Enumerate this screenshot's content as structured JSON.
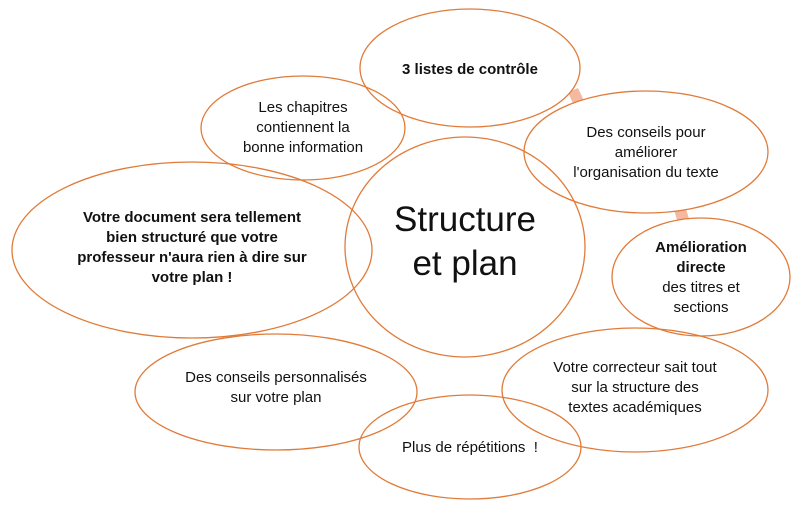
{
  "diagram": {
    "type": "bubble-map",
    "colors": {
      "stroke": "#E07B39",
      "connector": "#F4B9A0",
      "fill": "#FFFFFF",
      "text": "#111111"
    },
    "center": {
      "lines": [
        "Structure",
        "et plan"
      ]
    },
    "bubbles": [
      {
        "id": "checklists",
        "lines": [
          "3 listes de contrôle"
        ],
        "bold": true
      },
      {
        "id": "chapters",
        "lines": [
          "Les chapitres",
          "contiennent la",
          "bonne information"
        ],
        "bold": false
      },
      {
        "id": "organisation-tips",
        "lines": [
          "Des conseils pour",
          "améliorer",
          "l'organisation du texte"
        ],
        "bold": false
      },
      {
        "id": "headings",
        "lines_bold": [
          "Amélioration",
          "directe"
        ],
        "lines": [
          "des titres et",
          "sections"
        ]
      },
      {
        "id": "well-structured",
        "lines": [
          "Votre document sera tellement",
          "bien structuré que votre",
          "professeur n'aura rien à dire sur",
          "votre plan !"
        ],
        "bold": true
      },
      {
        "id": "personalised-tips",
        "lines": [
          "Des conseils personnalisés",
          "sur votre plan"
        ],
        "bold": false
      },
      {
        "id": "proofreader",
        "lines": [
          "Votre correcteur sait tout",
          "sur la structure des",
          "textes académiques"
        ],
        "bold": false
      },
      {
        "id": "repetitions",
        "lines": [
          "Plus de répétitions  !"
        ],
        "bold": false
      }
    ]
  }
}
